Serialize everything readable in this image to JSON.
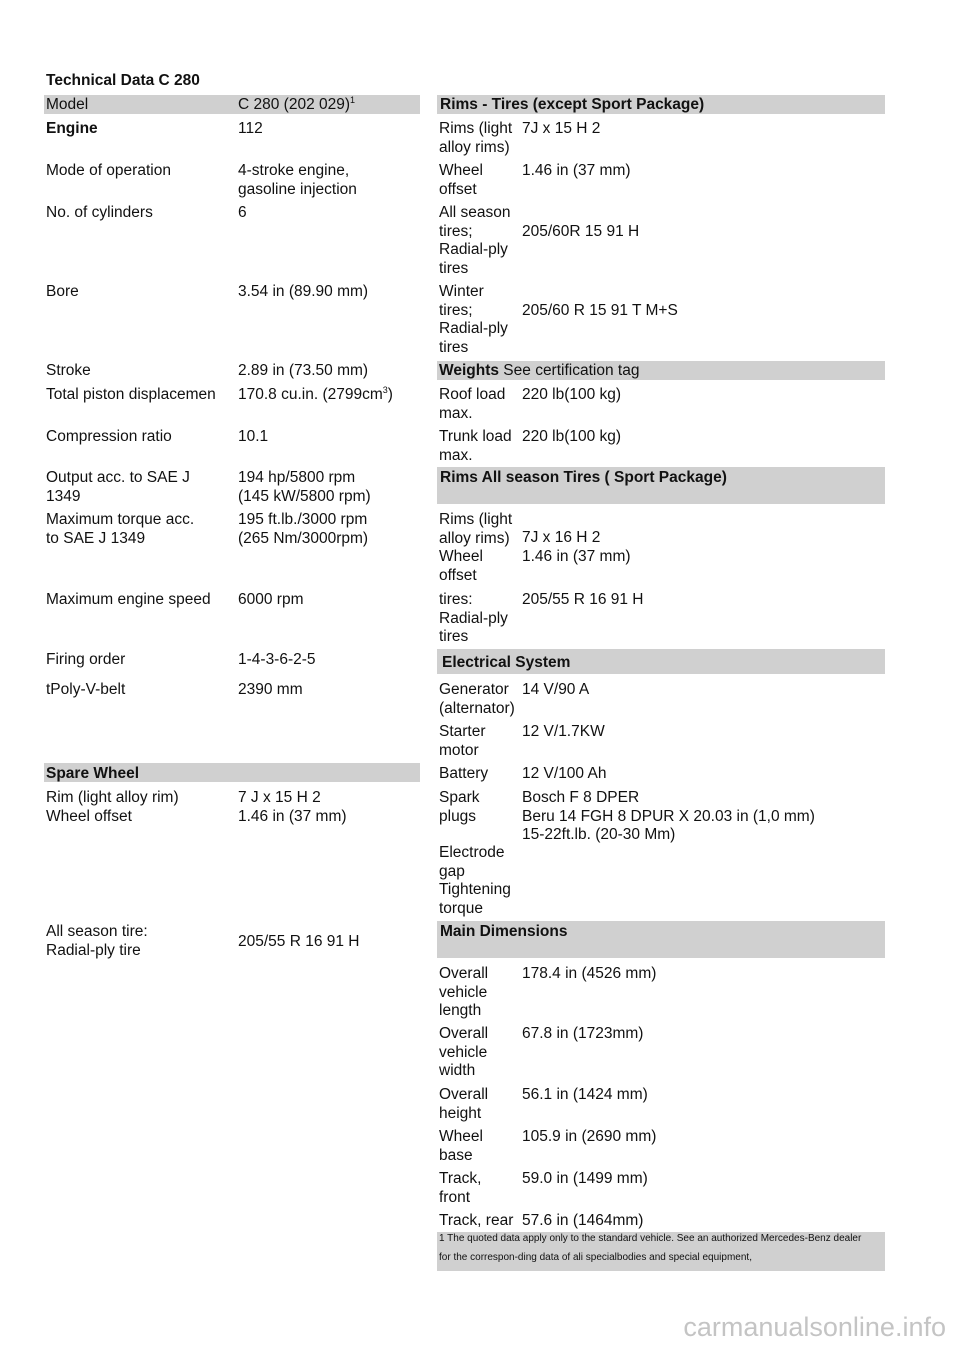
{
  "title": "Technical Data C 280",
  "left": {
    "model_label": "Model",
    "model_value": "C 280 (202 029)",
    "model_sup": "1",
    "rows": [
      {
        "label": "Engine",
        "value": "112"
      },
      {
        "label": "Mode of operation",
        "value": "4-stroke engine,\ngasoline injection"
      },
      {
        "label": "No. of cylinders",
        "value": "6"
      },
      {
        "label": "Bore",
        "value": "3.54 in (89.90 mm)"
      },
      {
        "label": "Stroke",
        "value": "2.89 in (73.50 mm)"
      },
      {
        "label": "Total piston displacemen",
        "value": "170.8 cu.in. (2799cm",
        "sup": "3",
        "value_tail": ")"
      },
      {
        "label": "Compression ratio",
        "value": "10.1"
      },
      {
        "label": "Output acc. to SAE J\n1349",
        "value": "194 hp/5800 rpm\n(145 kW/5800 rpm)"
      },
      {
        "label": "Maximum torque acc.\nto SAE J 1349",
        "value": "195 ft.lb./3000 rpm\n(265 Nm/3000rpm)"
      },
      {
        "label": "Maximum engine speed",
        "value": "6000 rpm"
      },
      {
        "label": "Firing order",
        "value": "1-4-3-6-2-5"
      },
      {
        "label": "tPoly-V-belt",
        "value": "2390 mm"
      }
    ],
    "spare_wheel": {
      "heading": "Spare Wheel",
      "rows": [
        {
          "label": "Rim (light alloy rim)\nWheel offset",
          "value": "7 J x 15 H 2\n1.46 in (37 mm)"
        },
        {
          "label": "All season tire:\nRadial-ply tire",
          "value": "205/55 R 16 91 H"
        }
      ]
    }
  },
  "right": {
    "rims_tires": {
      "heading": "Rims - Tires (except Sport Package)",
      "rows": [
        {
          "label": "Rims (light\nalloy rims)",
          "value": "7J x 15 H 2"
        },
        {
          "label": "Wheel\noffset",
          "value": "1.46 in (37 mm)"
        },
        {
          "label": "All season\ntires;\nRadial-ply\ntires",
          "value": "205/60R 15 91 H"
        },
        {
          "label": "Winter\ntires;\nRadial-ply\ntires",
          "value": "205/60 R 15 91 T M+S"
        }
      ]
    },
    "weights": {
      "heading_bold": "Weights",
      "heading_rest": " See certification tag",
      "rows": [
        {
          "label": "Roof load\nmax.",
          "value": "220 lb(100 kg)"
        },
        {
          "label": "Trunk load\nmax.",
          "value": "220 lb(100 kg)"
        }
      ]
    },
    "sport": {
      "heading": "Rims All season Tires ( Sport Package)",
      "rows": [
        {
          "label": "Rims (light\nalloy rims)\nWheel\noffset",
          "value": "7J x 16 H 2\n1.46 in (37 mm)"
        },
        {
          "label": "tires:\nRadial-ply\ntires",
          "value": "205/55 R 16 91 H"
        }
      ]
    },
    "electrical": {
      "heading": "Electrical System",
      "rows": [
        {
          "label": "Generator\n(alternator)",
          "value": "14 V/90 A"
        },
        {
          "label": "Starter\nmotor",
          "value": "12 V/1.7KW"
        },
        {
          "label": "Battery",
          "value": "12 V/100 Ah"
        },
        {
          "label": "Spark\nplugs",
          "value": "Bosch F 8 DPER\nBeru 14 FGH 8 DPUR X 20.03 in (1,0 mm)\n15-22ft.lb. (20-30 Mm)"
        },
        {
          "label": "Electrode\ngap\nTightening\ntorque",
          "value": ""
        }
      ]
    },
    "dimensions": {
      "heading": "Main Dimensions",
      "rows": [
        {
          "label": "Overall\nvehicle\nlength",
          "value": "178.4 in (4526 mm)"
        },
        {
          "label": "Overall\nvehicle\nwidth",
          "value": "67.8 in (1723mm)"
        },
        {
          "label": "Overall\nheight",
          "value": "56.1 in (1424 mm)"
        },
        {
          "label": "Wheel\nbase",
          "value": "105.9 in (2690 mm)"
        },
        {
          "label": "Track,\nfront",
          "value": "59.0 in (1499 mm)"
        },
        {
          "label": "Track, rear",
          "value": "57.6 in (1464mm)"
        }
      ]
    },
    "footnote": {
      "line1": "1 The quoted data apply only to the standard vehicle. See an authorized Mercedes-Benz dealer",
      "line2": "for the correspon-ding data of ali specialbodies and special equipment,"
    }
  },
  "watermark": "carmanualsonline.info"
}
